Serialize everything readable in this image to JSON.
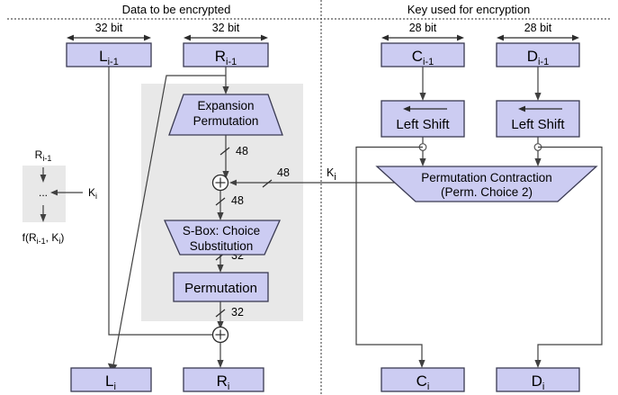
{
  "diagram": {
    "title_left": "Data to be encrypted",
    "title_right": "Key used for encryption",
    "bit_labels": {
      "left_data": "32 bit",
      "right_data": "32 bit",
      "left_key": "28 bit",
      "right_key": "28 bit"
    },
    "data_boxes": {
      "l_prev": {
        "base": "L",
        "sub": "i-1"
      },
      "r_prev": {
        "base": "R",
        "sub": "i-1"
      },
      "l_out": {
        "base": "L",
        "sub": "i"
      },
      "r_out": {
        "base": "R",
        "sub": "i"
      }
    },
    "key_boxes": {
      "c_prev": {
        "base": "C",
        "sub": "i-1"
      },
      "d_prev": {
        "base": "D",
        "sub": "i-1"
      },
      "c_out": {
        "base": "C",
        "sub": "i"
      },
      "d_out": {
        "base": "D",
        "sub": "i"
      }
    },
    "function_block": {
      "expansion_line1": "Expansion",
      "expansion_line2": "Permutation",
      "sbox_line1": "S-Box: Choice",
      "sbox_line2": "Substitution",
      "permutation": "Permutation"
    },
    "key_block": {
      "left_shift_1": "Left Shift",
      "left_shift_2": "Left Shift",
      "contraction_line1": "Permutation Contraction",
      "contraction_line2": "(Perm. Choice 2)"
    },
    "wire_labels": {
      "expansion_out": "48",
      "key_in": "48",
      "xor_out": "48",
      "sbox_out": "32",
      "perm_out": "32",
      "subkey_base": "K",
      "subkey_sub": "i"
    },
    "legend": {
      "input_base": "R",
      "input_sub": "i-1",
      "ellipsis": "...",
      "key_base": "K",
      "key_sub": "i",
      "output": "f(R",
      "output_sub1": "i-1",
      "output_mid": ", K",
      "output_sub2": "i",
      "output_end": ")"
    },
    "colors": {
      "box_fill": "#ccccf2",
      "box_stroke": "#3a3a52",
      "function_backdrop": "#e8e8e8",
      "wire": "#404040"
    }
  }
}
